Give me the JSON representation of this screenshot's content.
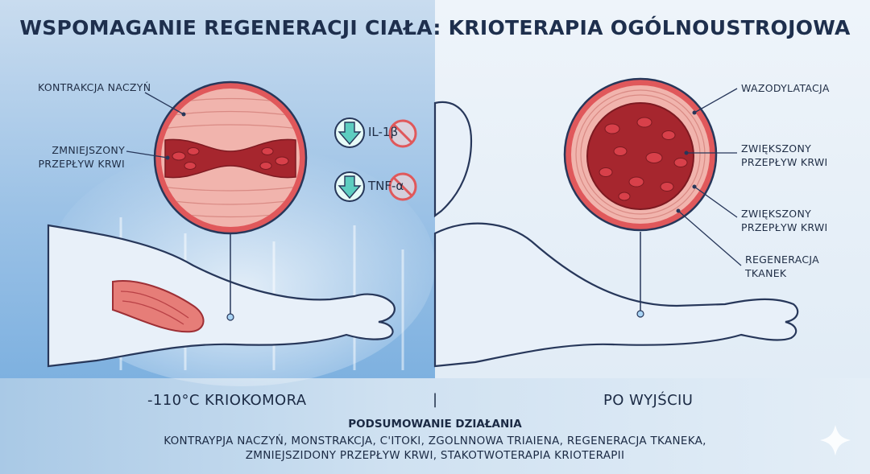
{
  "title": "WSPOMAGANIE REGENERACJI CIAŁA: KRIOTERAPIA OGÓLNOUSTROJOWA",
  "left": {
    "label_constriction": "KONTRAKCJA NACZYŃ",
    "label_reduced_flow_1": "ZMNIEJSZONY",
    "label_reduced_flow_2": "PRZEPŁYW KRWI",
    "caption": "-110°C KRIOKOMORA"
  },
  "cytokines": [
    {
      "name": "IL-1β"
    },
    {
      "name": "TNF-α"
    }
  ],
  "separator": "|",
  "right": {
    "label_vasodilation": "WAZODYLATACJA",
    "label_increased_flow_a1": "ZWIĘKSZONY",
    "label_increased_flow_a2": "PRZEPŁYW KRWI",
    "label_increased_flow_b1": "ZWIĘKSZONY",
    "label_increased_flow_b2": "PRZEPŁYW KRWI",
    "label_regeneration_1": "REGENERACJA",
    "label_regeneration_2": "TKANEK",
    "caption": "PO WYJŚCIU"
  },
  "summary": {
    "title": "PODSUMOWANIE DZIAŁANIA",
    "line1": "KONTRAYPJA NACZYŃ, MONSTRAKCJA, C'ITOKI, ZGOLNNOWA TRIAIENA, REGENERACJA TKANEKA,",
    "line2": "ZMNIEJSZIDONY PRZEPŁYW KRWI, STAKOTWOTERAPIA KRIOTERAPII"
  },
  "colors": {
    "title": "#1e2f4d",
    "vessel_wall": "#e0585b",
    "tissue": "#f1b4ad",
    "blood": "#b8252e",
    "down_arrow": "#5dcdc0",
    "no_sign": "#e0585b",
    "body": "#e4eef8"
  },
  "icons": [
    "arrow-down-icon",
    "no-sign-icon",
    "sparkle-icon"
  ]
}
